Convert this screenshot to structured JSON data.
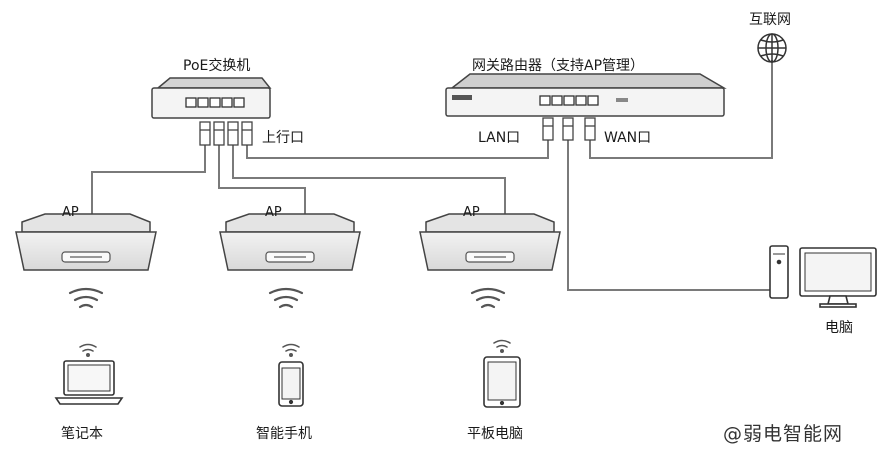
{
  "labels": {
    "poe_switch": "PoE交换机",
    "uplink": "上行口",
    "router": "网关路由器（支持AP管理）",
    "lan": "LAN口",
    "wan": "WAN口",
    "internet": "互联网",
    "ap1": "AP",
    "ap2": "AP",
    "ap3": "AP",
    "pc": "电脑",
    "laptop": "笔记本",
    "phone": "智能手机",
    "tablet": "平板电脑",
    "watermark": "@弱电智能网"
  },
  "colors": {
    "line": "#777777",
    "device_fill": "#f7f7f7",
    "device_stroke": "#444444"
  }
}
